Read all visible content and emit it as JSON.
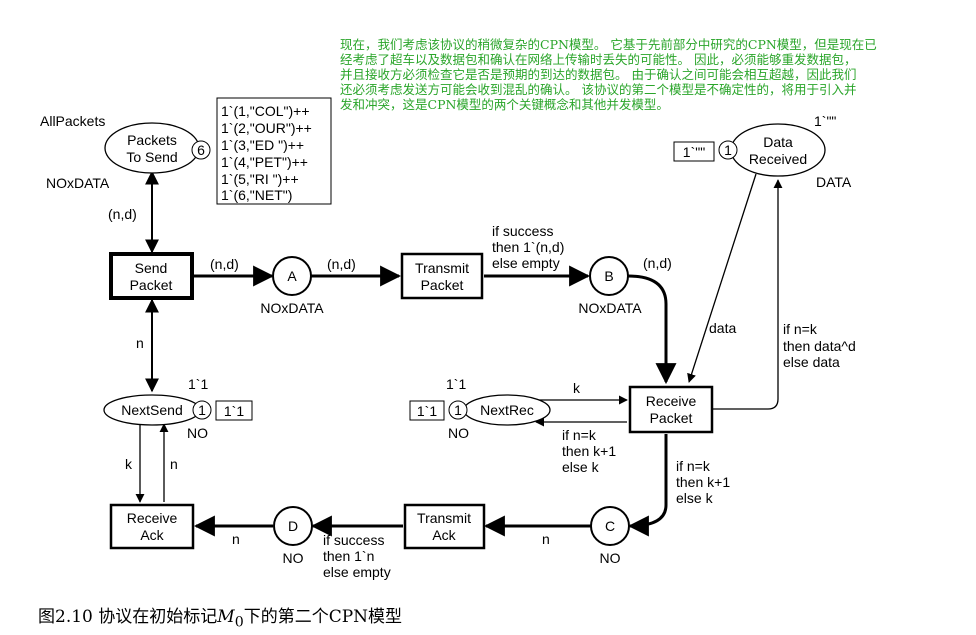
{
  "intro_text": "现在，我们考虑该协议的稍微复杂的CPN模型。 它基于先前部分中研究的CPN模型，但是现在已\n经考虑了超车以及数据包和确认在网络上传输时丢失的可能性。 因此，必须能够重发数据包，\n并且接收方必须检查它是否是预期的到达的数据包。 由于确认之间可能会相互超越，因此我们\n还必须考虑发送方可能会收到混乱的确认。 该协议的第二个模型是不确定性的，将用于引入并\n发和冲突，这是CPN模型的两个关键概念和其他并发模型。",
  "caption": {
    "prefix": "图2.10 协议在初始标记",
    "marking": "M",
    "subscript": "0",
    "suffix": "下的第二个CPN模型"
  },
  "places": {
    "packets_to_send": {
      "label_line1": "Packets",
      "label_line2": "To Send",
      "init_name": "AllPackets",
      "colour_set": "NOxDATA",
      "token_count": "6",
      "marking_lines": [
        "1`(1,\"COL\")++",
        "1`(2,\"OUR\")++",
        "1`(3,\"ED \")++",
        "1`(4,\"PET\")++",
        "1`(5,\"RI \")++",
        "1`(6,\"NET\")"
      ]
    },
    "a": {
      "label": "A",
      "colour_set": "NOxDATA"
    },
    "b": {
      "label": "B",
      "colour_set": "NOxDATA"
    },
    "c": {
      "label": "C",
      "colour_set": "NO"
    },
    "d": {
      "label": "D",
      "colour_set": "NO"
    },
    "next_send": {
      "label": "NextSend",
      "init": "1`1",
      "colour_set": "NO",
      "token_count": "1",
      "marking": "1`1"
    },
    "next_rec": {
      "label": "NextRec",
      "init": "1`1",
      "colour_set": "NO",
      "token_count": "1",
      "marking": "1`1"
    },
    "data_received": {
      "label_line1": "Data",
      "label_line2": "Received",
      "init": "1`\"\"",
      "colour_set": "DATA",
      "token_count": "1",
      "marking": "1`\"\""
    }
  },
  "transitions": {
    "send_packet": {
      "line1": "Send",
      "line2": "Packet"
    },
    "transmit_packet": {
      "line1": "Transmit",
      "line2": "Packet"
    },
    "receive_packet": {
      "line1": "Receive",
      "line2": "Packet"
    },
    "transmit_ack": {
      "line1": "Transmit",
      "line2": "Ack"
    },
    "receive_ack": {
      "line1": "Receive",
      "line2": "Ack"
    }
  },
  "arcs": {
    "pts_send": "(n,d)",
    "send_a": "(n,d)",
    "a_transmit": "(n,d)",
    "transmit_b": [
      "if success",
      "then 1`(n,d)",
      "else empty"
    ],
    "b_receive": "(n,d)",
    "send_nextsend": "n",
    "data_to_receive": "data",
    "receive_to_data": [
      "if n=k",
      "then data^d",
      "else data"
    ],
    "nextrec_to_receive": "k",
    "receive_to_nextrec": [
      "if n=k",
      "then k+1",
      "else k"
    ],
    "receive_to_c": [
      "if n=k",
      "then k+1",
      "else k"
    ],
    "c_transmit_ack": "n",
    "transmit_ack_d": [
      "if success",
      "then 1`n",
      "else empty"
    ],
    "d_receive_ack": "n",
    "nextsend_receive_ack": "k",
    "receive_ack_nextsend": "n"
  }
}
